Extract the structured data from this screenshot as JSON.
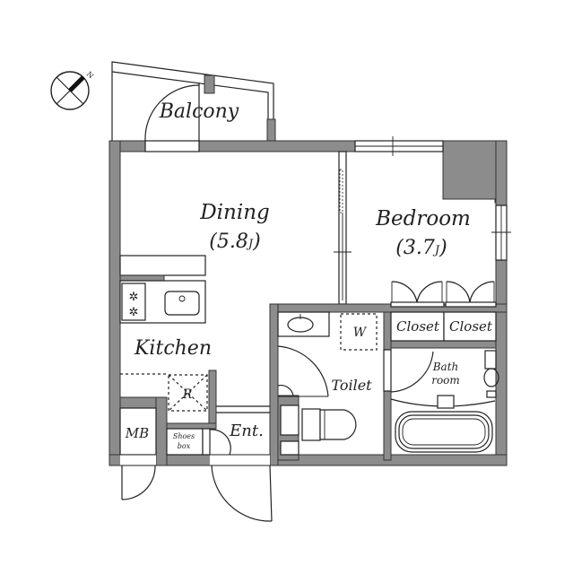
{
  "plan": {
    "compass": {
      "label": "N",
      "icon": "compass-north-icon"
    },
    "rooms": {
      "balcony": {
        "label": "Balcony"
      },
      "dining": {
        "label": "Dining",
        "size": "(5.8",
        "unit": "J",
        "close": ")"
      },
      "bedroom": {
        "label": "Bedroom",
        "size": "(3.7",
        "unit": "J",
        "close": ")"
      },
      "kitchen": {
        "label": "Kitchen"
      },
      "refrigerator": {
        "label": "R"
      },
      "washer": {
        "label": "W"
      },
      "closet1": {
        "label": "Closet"
      },
      "closet2": {
        "label": "Closet"
      },
      "toilet": {
        "label": "Toilet"
      },
      "bathroom": {
        "label_line1": "Bath",
        "label_line2": "room"
      },
      "meterbox": {
        "label": "MB"
      },
      "shoesbox": {
        "label_line1": "Shoes",
        "label_line2": "box"
      },
      "entrance": {
        "label": "Ent."
      }
    },
    "colors": {
      "wall": "#8c8c8c",
      "line": "#222222",
      "background": "#ffffff"
    }
  }
}
